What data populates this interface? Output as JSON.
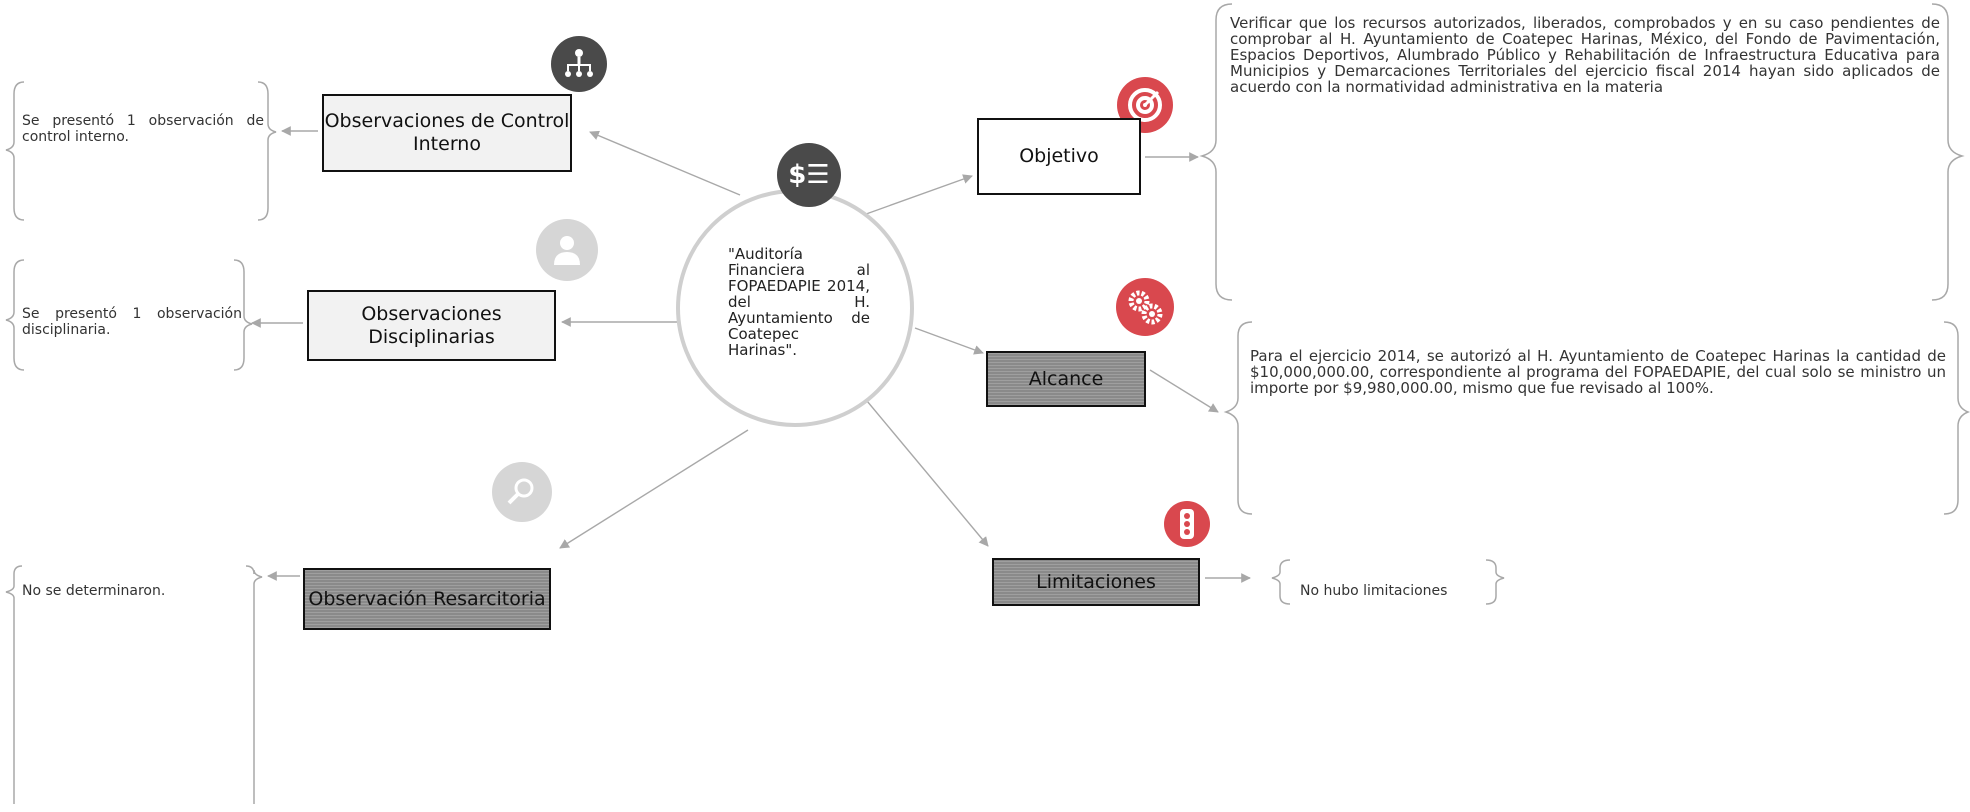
{
  "center": {
    "text": "\"Auditoría Financiera al FOPAEDAPIE 2014, del H. Ayuntamiento de Coatepec Harinas\"."
  },
  "nodes": {
    "control_interno": {
      "label": "Observaciones de Control Interno",
      "note": "Se presentó 1 observación de control interno."
    },
    "disciplinarias": {
      "label": "Observaciones Disciplinarias",
      "note": "Se presentó 1 observación disciplinaria."
    },
    "resarcitoria": {
      "label": "Observación Resarcitoria",
      "note": "No se determinaron."
    },
    "objetivo": {
      "label": "Objetivo",
      "note": "Verificar que los recursos autorizados, liberados, comprobados y en su caso pendientes de comprobar al H. Ayuntamiento de Coatepec Harinas, México, del Fondo de Pavimentación, Espacios Deportivos, Alumbrado Público y Rehabilitación de Infraestructura Educativa para Municipios y Demarcaciones Territoriales del ejercicio fiscal 2014 hayan sido aplicados de acuerdo con la normatividad administrativa en la materia"
    },
    "alcance": {
      "label": "Alcance",
      "note": "Para el ejercicio 2014, se autorizó al H. Ayuntamiento de Coatepec Harinas la cantidad de $10,000,000.00, correspondiente al programa del FOPAEDAPIE, del cual solo se ministro un importe por $9,980,000.00, mismo que fue revisado al 100%."
    },
    "limitaciones": {
      "label": "Limitaciones",
      "note": "No hubo limitaciones"
    }
  },
  "colors": {
    "icon_dark": "#4a4a4a",
    "icon_red": "#d9484e",
    "icon_faded": "#d6d6d6",
    "box_dark": "#8a8a8a",
    "box_light": "#f2f2f2",
    "line": "#a8a8a8"
  },
  "icons": {
    "control_interno": "org-chart-icon",
    "center": "money-list-icon",
    "objetivo": "target-icon",
    "disciplinarias": "person-icon",
    "alcance": "gears-icon",
    "resarcitoria": "magnifier-icon",
    "limitaciones": "traffic-light-icon"
  }
}
